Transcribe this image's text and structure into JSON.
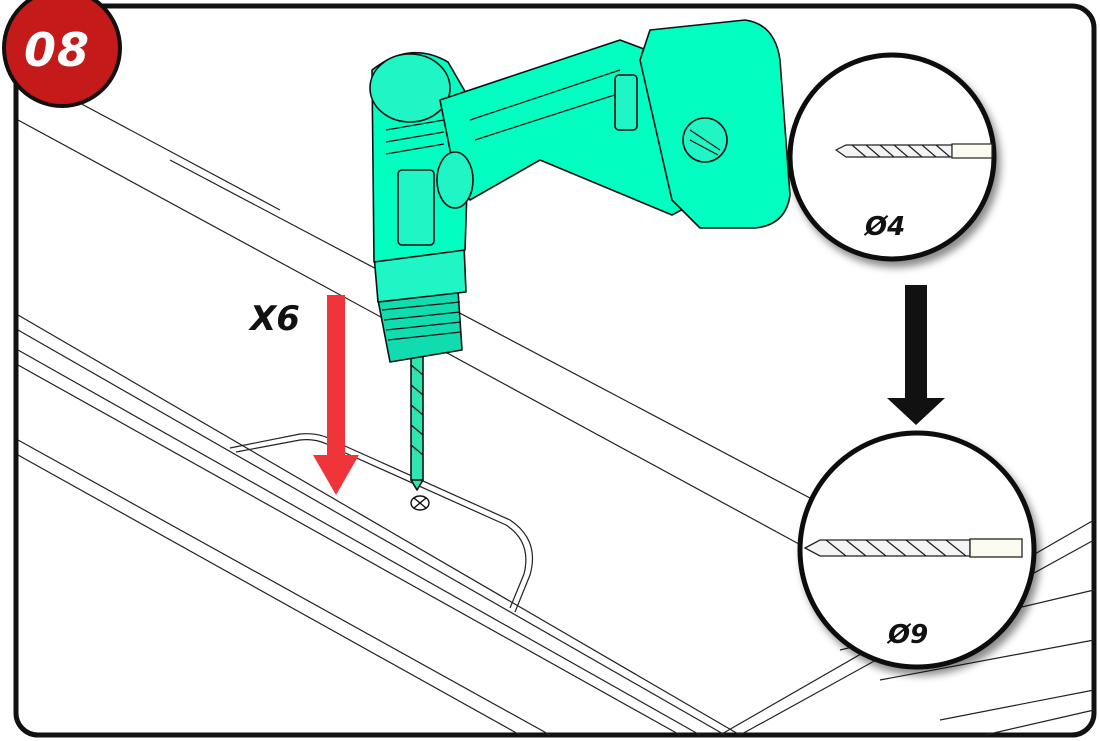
{
  "step": {
    "number": "08",
    "badge_color": "#c41a1a"
  },
  "quantity": {
    "label": "X6",
    "arrow_color": "#f0353a"
  },
  "tool": {
    "name": "drill-icon",
    "color": "#00ffc0"
  },
  "bits": [
    {
      "diameter_label": "Ø4",
      "icon": "drill-bit-small-icon"
    },
    {
      "diameter_label": "Ø9",
      "icon": "drill-bit-large-icon"
    }
  ],
  "sequence_arrow": {
    "icon": "arrow-down-icon",
    "color": "#111111"
  }
}
